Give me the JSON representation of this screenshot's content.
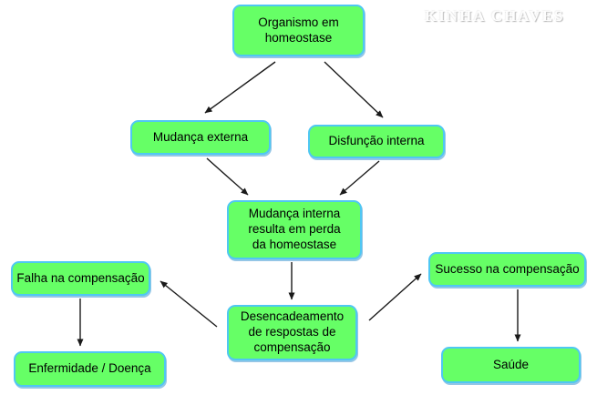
{
  "watermark": "KINHA CHAVES",
  "nodes": {
    "organismo": "Organismo em\nhomeostase",
    "mudanca_externa": "Mudança externa",
    "disfuncao_interna": "Disfunção interna",
    "mudanca_interna": "Mudança interna\nresulta em perda\nda homeostase",
    "falha": "Falha na compensação",
    "enfermidade": "Enfermidade / Doença",
    "desencadeamento": "Desencadeamento\nde respostas de\ncompensação",
    "sucesso": "Sucesso na compensação",
    "saude": "Saúde"
  },
  "edges": [
    {
      "from": "organismo",
      "to": "mudanca_externa"
    },
    {
      "from": "organismo",
      "to": "disfuncao_interna"
    },
    {
      "from": "mudanca_externa",
      "to": "mudanca_interna"
    },
    {
      "from": "disfuncao_interna",
      "to": "mudanca_interna"
    },
    {
      "from": "mudanca_interna",
      "to": "desencadeamento"
    },
    {
      "from": "desencadeamento",
      "to": "falha"
    },
    {
      "from": "desencadeamento",
      "to": "sucesso"
    },
    {
      "from": "falha",
      "to": "enfermidade"
    },
    {
      "from": "sucesso",
      "to": "saude"
    }
  ],
  "colors": {
    "node_fill": "#66ff66",
    "node_border": "#4fc7f3",
    "arrow": "#1a1a1a"
  }
}
